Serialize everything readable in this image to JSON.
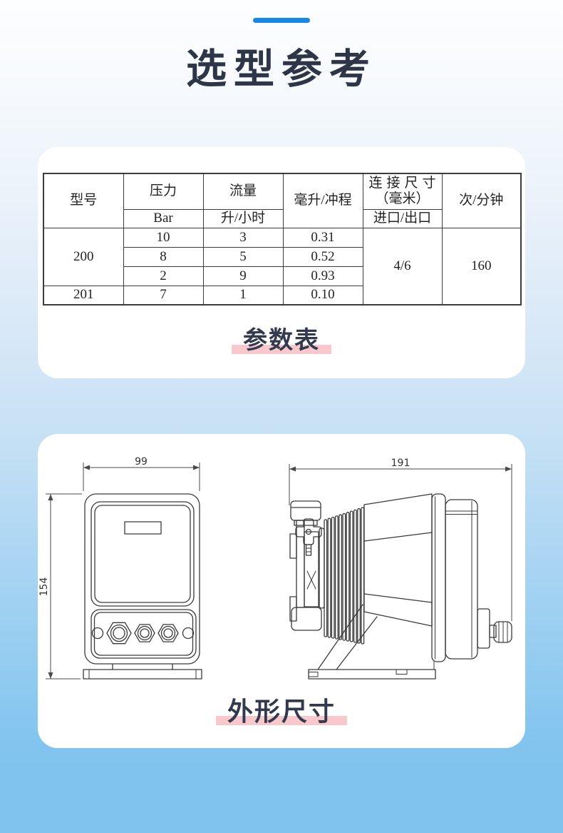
{
  "page": {
    "title": "选型参考",
    "accent_color": "#1987e9",
    "background_bottom_color": "#7fc3ee",
    "highlight_color": "#f8c8cc"
  },
  "params_card": {
    "caption": "参数表",
    "table": {
      "headers": {
        "model": "型号",
        "pressure": "压力",
        "pressure_unit": "Bar",
        "flow": "流量",
        "flow_unit": "升/小时",
        "ml_per_stroke": "毫升/冲程",
        "connection_line1": "连接尺寸",
        "connection_line2": "（毫米）",
        "connection_sub": "进口/出口",
        "strokes_per_min": "次/分钟"
      },
      "rows": [
        {
          "model": "200",
          "pressure": "10",
          "flow": "3",
          "ml_per_stroke": "0.31"
        },
        {
          "pressure": "8",
          "flow": "5",
          "ml_per_stroke": "0.52"
        },
        {
          "pressure": "2",
          "flow": "9",
          "ml_per_stroke": "0.93"
        },
        {
          "model": "201",
          "pressure": "7",
          "flow": "1",
          "ml_per_stroke": "0.10"
        }
      ],
      "connection_value": "4/6",
      "strokes_value": "160"
    }
  },
  "dims_card": {
    "caption": "外形尺寸",
    "front_view": {
      "width_label": "99",
      "height_label": "154"
    },
    "side_view": {
      "width_label": "191"
    }
  }
}
